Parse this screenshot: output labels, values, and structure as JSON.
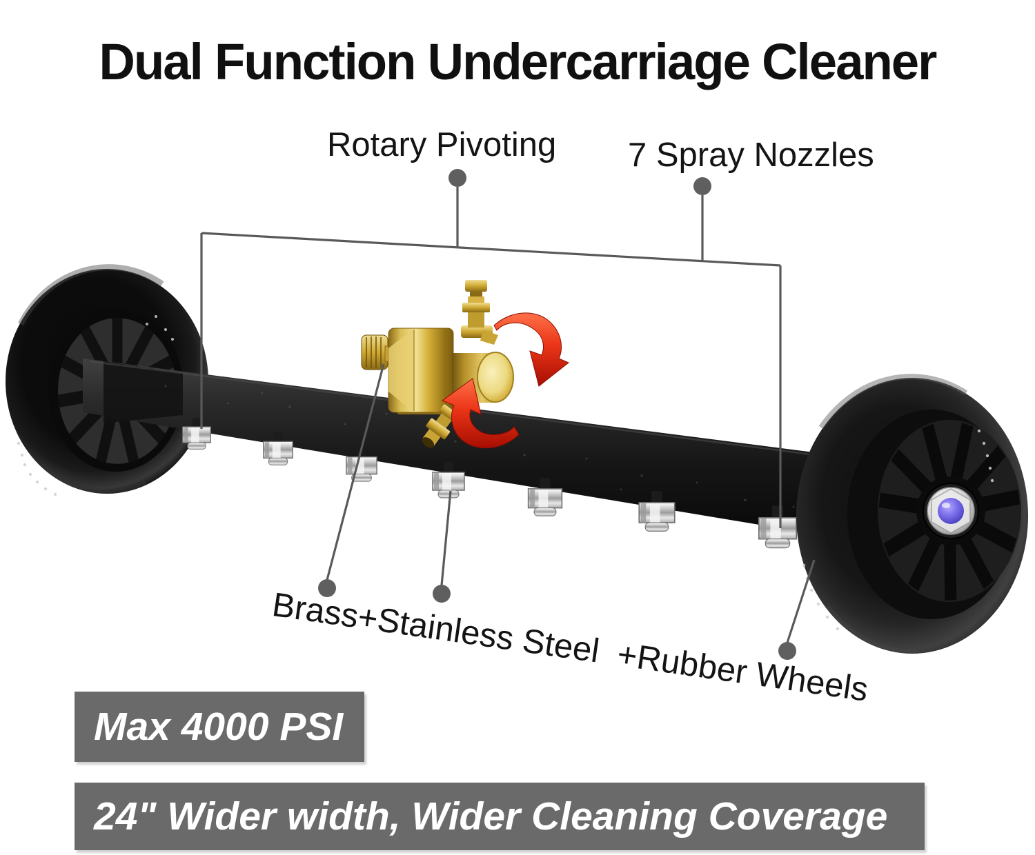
{
  "title": "Dual Function Undercarriage Cleaner",
  "callouts": {
    "rotary_pivoting": "Rotary Pivoting",
    "spray_nozzles": "7 Spray Nozzles",
    "materials": "Brass+Stainless Steel  +Rubber Wheels"
  },
  "banners": [
    {
      "label": "Max 4000 PSI"
    },
    {
      "label": "24\" Wider width, Wider Cleaning Coverage"
    }
  ],
  "colors": {
    "background": "#ffffff",
    "title_text": "#101010",
    "banner_background": "#6a6a6a",
    "banner_text": "#ffffff",
    "callout_line": "#595959",
    "arrow_red": "#e63118",
    "brass_gold": "#d4af37",
    "steel_silver": "#d9d9d9",
    "hub_cap_purple": "#6f63e0",
    "tire_black": "#141414"
  }
}
